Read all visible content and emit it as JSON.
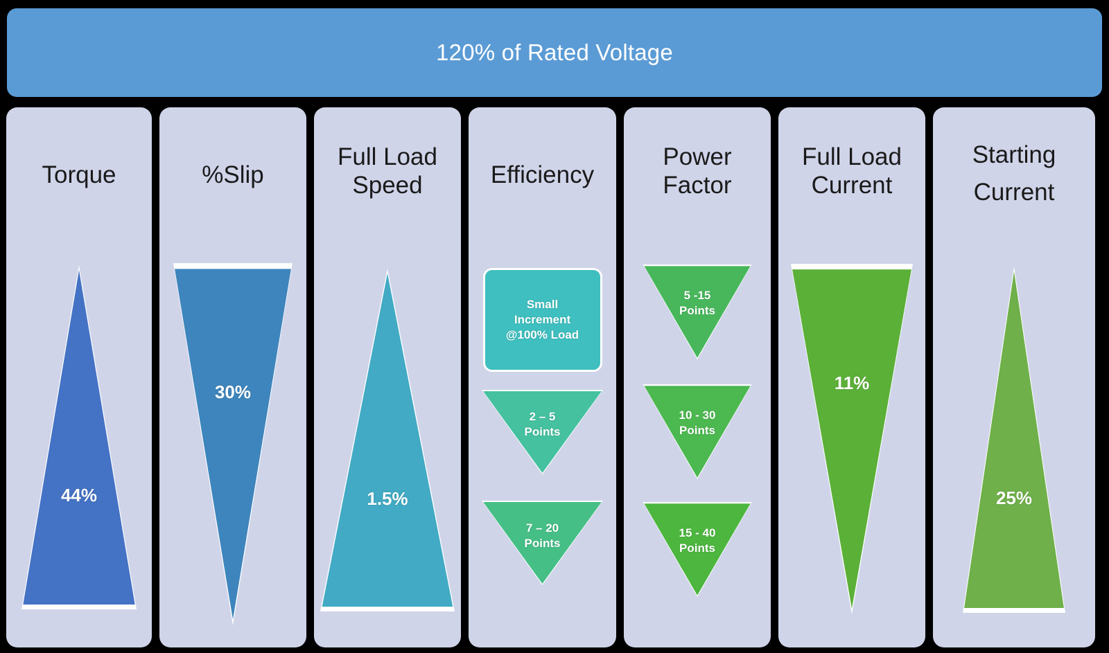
{
  "header": {
    "title": "120% of Rated Voltage",
    "color": "#5B9BD5"
  },
  "palette": {
    "card_bg": "#D0D4E9",
    "outline": "#FFFFFF",
    "page_bg": "#000000",
    "title_text": "#1A1A1A"
  },
  "columns": [
    {
      "id": "torque",
      "title": "Torque",
      "shapes": [
        {
          "direction": "up",
          "value": "44%",
          "color": "#4472C4"
        }
      ]
    },
    {
      "id": "slip",
      "title": "%Slip",
      "shapes": [
        {
          "direction": "down",
          "value": "30%",
          "color": "#3E85BD"
        }
      ]
    },
    {
      "id": "full-load-speed",
      "title_line1": "Full Load",
      "title_line2": "Speed",
      "shapes": [
        {
          "direction": "up",
          "value": "1.5%",
          "color": "#42AAC4"
        }
      ]
    },
    {
      "id": "efficiency",
      "title": "Efficiency",
      "shapes": [
        {
          "direction": "box",
          "line1": "Small",
          "line2": "Increment",
          "line3": "@100% Load",
          "color": "#3FBFBF"
        },
        {
          "direction": "down",
          "line1": "2 – 5",
          "line2": "Points",
          "color": "#45C1A0"
        },
        {
          "direction": "down",
          "line1": "7 – 20",
          "line2": "Points",
          "color": "#46BF86"
        }
      ]
    },
    {
      "id": "power-factor",
      "title_line1": "Power",
      "title_line2": "Factor",
      "shapes": [
        {
          "direction": "down",
          "line1": "5 -15",
          "line2": "Points",
          "color": "#48B75C"
        },
        {
          "direction": "down",
          "line1": "10 - 30",
          "line2": "Points",
          "color": "#4CB850"
        },
        {
          "direction": "down",
          "line1": "15 - 40",
          "line2": "Points",
          "color": "#4CB63E"
        }
      ]
    },
    {
      "id": "full-load-current",
      "title_line1": "Full Load",
      "title_line2": "Current",
      "shapes": [
        {
          "direction": "down",
          "value": "11%",
          "color": "#5BB038"
        }
      ]
    },
    {
      "id": "starting-current",
      "title_line1": "Starting",
      "title_line2": "Current",
      "shapes": [
        {
          "direction": "up",
          "value": "25%",
          "color": "#6FB04A"
        }
      ]
    }
  ]
}
